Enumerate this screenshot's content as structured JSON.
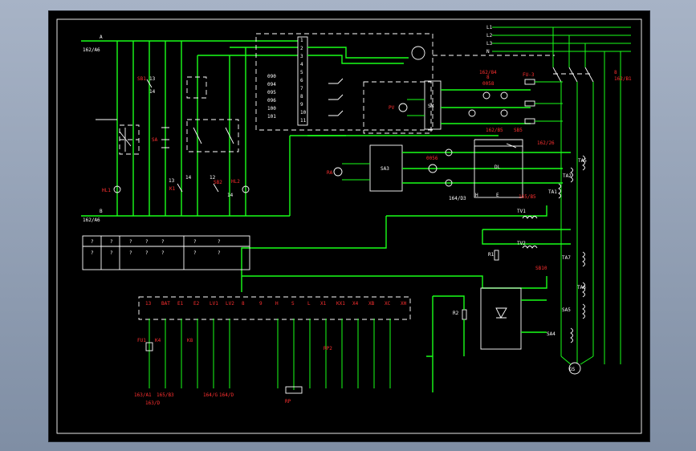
{
  "colors": {
    "background": "#000000",
    "wire": "#19ff19",
    "device": "#ffffff",
    "label": "#ff3030",
    "frame": "#ffffff"
  },
  "mains": {
    "l1": "L1",
    "l2": "L2",
    "l3": "L3",
    "n": "N"
  },
  "left_bus": {
    "a": "A",
    "b": "B",
    "ref_top": "162/A6",
    "ref_bottom": "162/A6"
  },
  "left_devices": {
    "sb1": "SB1",
    "sb1_no": "13",
    "sb1_no2": "14",
    "sa": "SA",
    "hl1": "HL1",
    "k1": "K1",
    "k1_n1": "13",
    "k1_n2": "14",
    "sb2": "SB2",
    "hl2": "HL2",
    "n_12": "12",
    "n_14": "14"
  },
  "terminal_block": {
    "numbers": [
      "1",
      "2",
      "3",
      "4",
      "5",
      "6",
      "7",
      "8",
      "9",
      "10",
      "11"
    ],
    "side_labels": [
      "090",
      "094",
      "095",
      "096",
      "100",
      "101"
    ]
  },
  "meter_area": {
    "pv": "PV",
    "sm": "SM",
    "ref1": "162/84",
    "ref1b": "8",
    "ref2": "0058",
    "fu": "FU-3",
    "ref3": "162/B5",
    "ref4": "SB5",
    "ref5": "162/26",
    "sa3": "SA3",
    "ra": "RA",
    "ref6": "0056",
    "ref7": "164/D3",
    "ref8": "165/B5",
    "dl": "DL",
    "h": "H",
    "e": "E"
  },
  "right_devices": {
    "ta5": "TA5",
    "ta2": "TA2",
    "ta1": "TA1",
    "tv1": "TV1",
    "tv2": "TV2",
    "ta7": "TA7",
    "ta6": "TA6",
    "sa5": "SA5",
    "sa4": "SA4",
    "r1": "R1",
    "r2": "R2",
    "sb10": "SB10",
    "ref_right": "162/B1",
    "ref_right_n": "8",
    "gs": "GS"
  },
  "bottom_terminals": {
    "left": [
      "13",
      "BAT",
      "E1",
      "E2",
      "LV1",
      "LV2",
      "8"
    ],
    "right": [
      "9",
      "H",
      "S",
      "L",
      "X1",
      "KX1",
      "X4",
      "XB",
      "XC",
      "XH"
    ],
    "fu1": "FU1",
    "k4": "K4",
    "k8": "K8",
    "rp": "RP",
    "rp2": "RP2",
    "ref_a": "163/A1",
    "ref_b": "165/B3",
    "ref_c": "163/D",
    "ref_d": "164/G",
    "ref_e": "164/D"
  },
  "table": {
    "rows": [
      [
        "?",
        "?",
        "?",
        "?",
        "?",
        "?",
        "?"
      ],
      [
        "?",
        "?",
        "?",
        "?",
        "?",
        "?",
        "?"
      ]
    ]
  }
}
